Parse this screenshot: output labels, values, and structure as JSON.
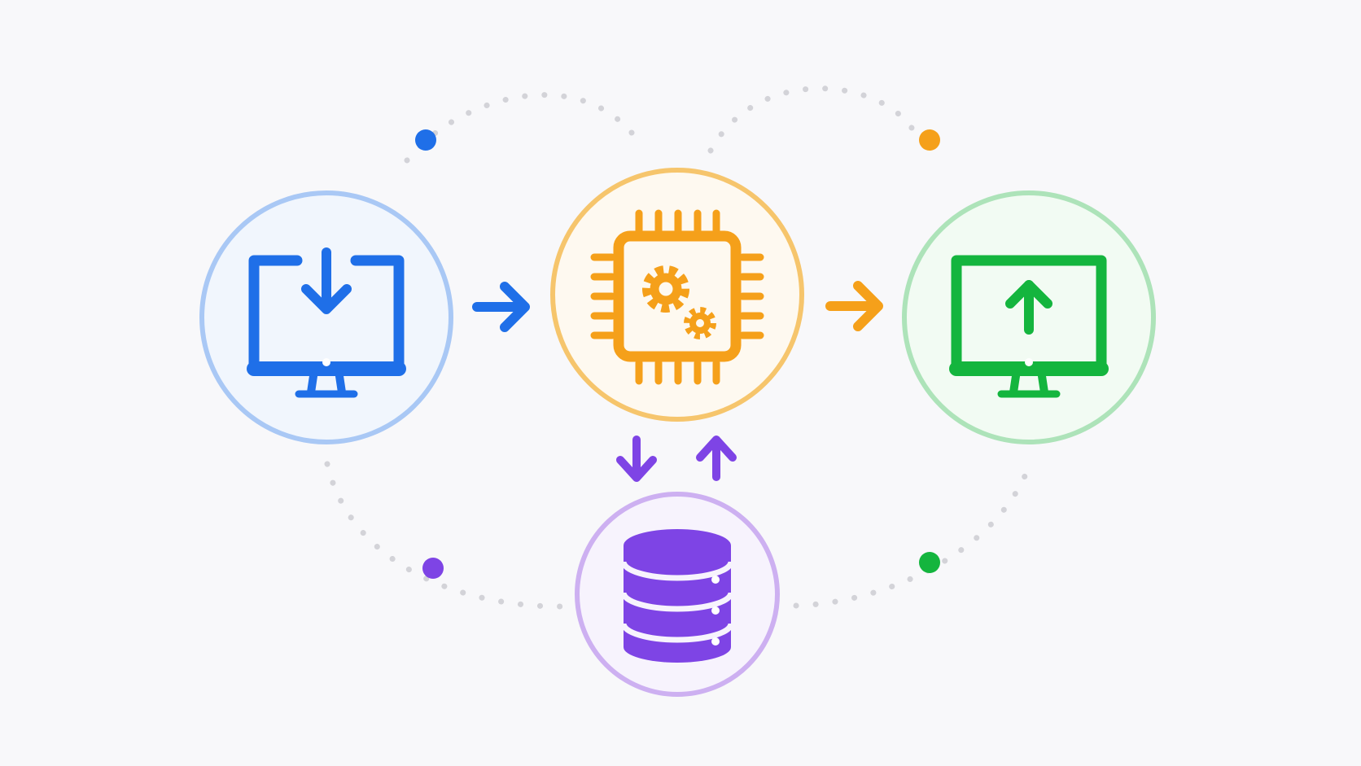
{
  "diagram": {
    "colors": {
      "background": "#f8f8fa",
      "input": "#1f6fe8",
      "input_ring": "#a9c8f5",
      "input_fill": "#f1f6fd",
      "process": "#f5a01a",
      "process_ring": "#f6c56c",
      "process_fill": "#fef9f0",
      "output": "#14b53e",
      "output_ring": "#ade3b9",
      "output_fill": "#f2fbf3",
      "storage": "#7e44e5",
      "storage_ring": "#cdb0f1",
      "storage_fill": "#f7f3fd",
      "dotted_path": "#d3d3d8"
    },
    "nodes": [
      {
        "id": "input",
        "icon": "monitor-download-icon"
      },
      {
        "id": "process",
        "icon": "cpu-gears-icon"
      },
      {
        "id": "output",
        "icon": "monitor-upload-icon"
      },
      {
        "id": "storage",
        "icon": "database-icon"
      }
    ],
    "connections": [
      {
        "from": "input",
        "to": "process",
        "icon": "arrow-right-icon"
      },
      {
        "from": "process",
        "to": "output",
        "icon": "arrow-right-icon"
      },
      {
        "from": "process",
        "to": "storage",
        "icon": "arrow-down-icon"
      },
      {
        "from": "storage",
        "to": "process",
        "icon": "arrow-up-icon"
      }
    ]
  }
}
